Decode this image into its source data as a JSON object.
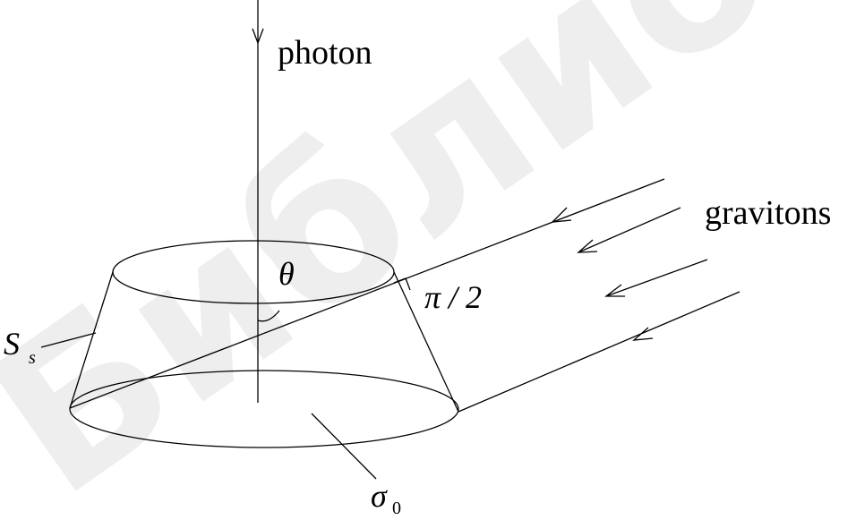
{
  "labels": {
    "photon": "photon",
    "gravitons": "gravitons",
    "theta": "θ",
    "pi_over_2": "π / 2",
    "surface_main": "S",
    "surface_sub": "s",
    "sigma_main": "σ",
    "sigma_sub": "0"
  },
  "watermark": "Библиотека",
  "colors": {
    "ink": "#000000",
    "background": "#ffffff",
    "watermark": "#d0d0d0"
  }
}
